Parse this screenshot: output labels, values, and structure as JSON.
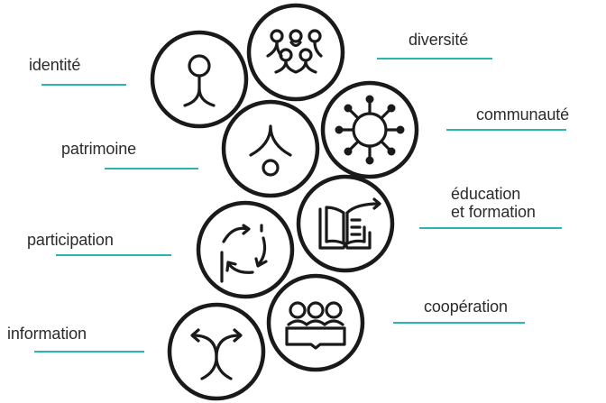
{
  "colors": {
    "rule": "#2bb5b0",
    "stroke": "#1a1a1a",
    "text": "#2b2b2b"
  },
  "labels": {
    "identite": "identité",
    "diversite": "diversité",
    "communaute": "communauté",
    "patrimoine": "patrimoine",
    "education_line1": "éducation",
    "education_line2": "et formation",
    "participation": "participation",
    "cooperation": "coopération",
    "information": "information"
  },
  "icons": {
    "identite": "person-icon",
    "diversite": "group-of-people-icon",
    "communaute": "community-ring-icon",
    "patrimoine": "heritage-arch-icon",
    "education": "open-book-icon",
    "participation": "circular-arrows-icon",
    "cooperation": "people-around-table-icon",
    "information": "branching-arrows-icon"
  }
}
